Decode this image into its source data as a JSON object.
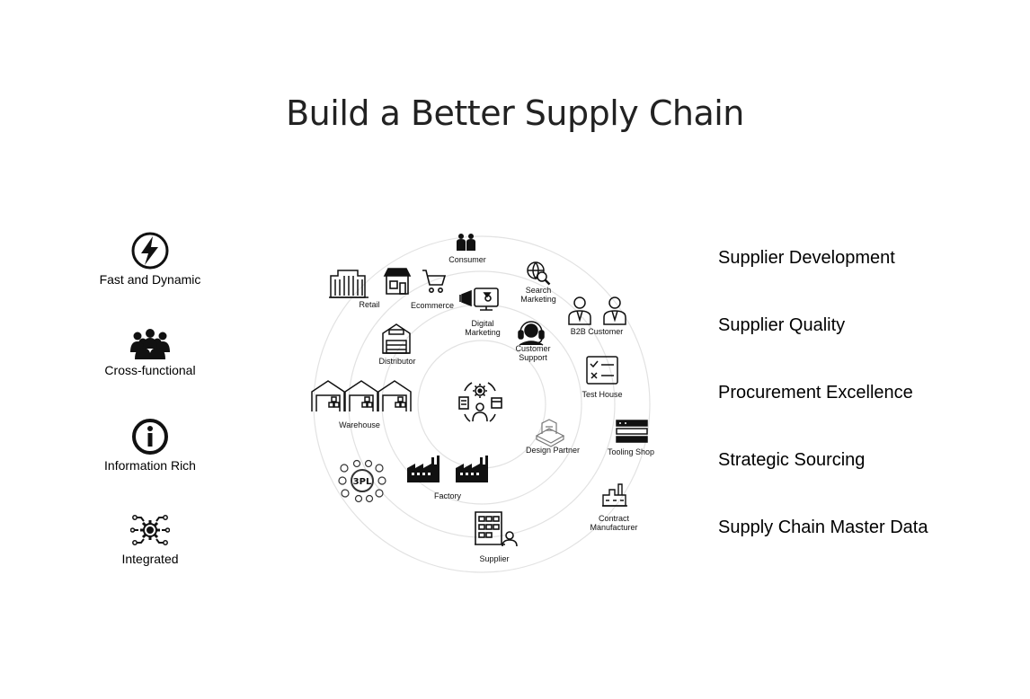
{
  "title": "Build a Better Supply Chain",
  "features": [
    {
      "label": "Fast and Dynamic",
      "icon": "lightning-icon"
    },
    {
      "label": "Cross-functional",
      "icon": "group-icon"
    },
    {
      "label": "Information Rich",
      "icon": "info-icon"
    },
    {
      "label": "Integrated",
      "icon": "network-gear-icon"
    }
  ],
  "capabilities": [
    "Supplier Development",
    "Supplier Quality",
    "Procurement Excellence",
    "Strategic Sourcing",
    "Supply Chain Master Data"
  ],
  "diagram": {
    "nodes": [
      {
        "label": "Consumer",
        "icon": "people-icon"
      },
      {
        "label": "Retail",
        "icon": "office-building-icon"
      },
      {
        "label": "Ecommerce",
        "icon": "storefront-cart-icon"
      },
      {
        "label": "Search Marketing",
        "icon": "search-globe-icon"
      },
      {
        "label": "Digital Marketing",
        "icon": "megaphone-screen-icon"
      },
      {
        "label": "B2B Customer",
        "icon": "businessmen-icon"
      },
      {
        "label": "Distributor",
        "icon": "distributor-building-icon"
      },
      {
        "label": "Customer Support",
        "icon": "headset-icon"
      },
      {
        "label": "Test House",
        "icon": "checklist-icon"
      },
      {
        "label": "Warehouse",
        "icon": "warehouse-icon"
      },
      {
        "label": "Tooling Shop",
        "icon": "tooling-rack-icon"
      },
      {
        "label": "Design Partner",
        "icon": "3d-model-icon"
      },
      {
        "label": "3PL",
        "icon": "3pl-hub-icon"
      },
      {
        "label": "Factory",
        "icon": "factory-icon"
      },
      {
        "label": "Contract Manufacturer",
        "icon": "industrial-plant-icon"
      },
      {
        "label": "Supplier",
        "icon": "supplier-building-icon"
      }
    ]
  }
}
